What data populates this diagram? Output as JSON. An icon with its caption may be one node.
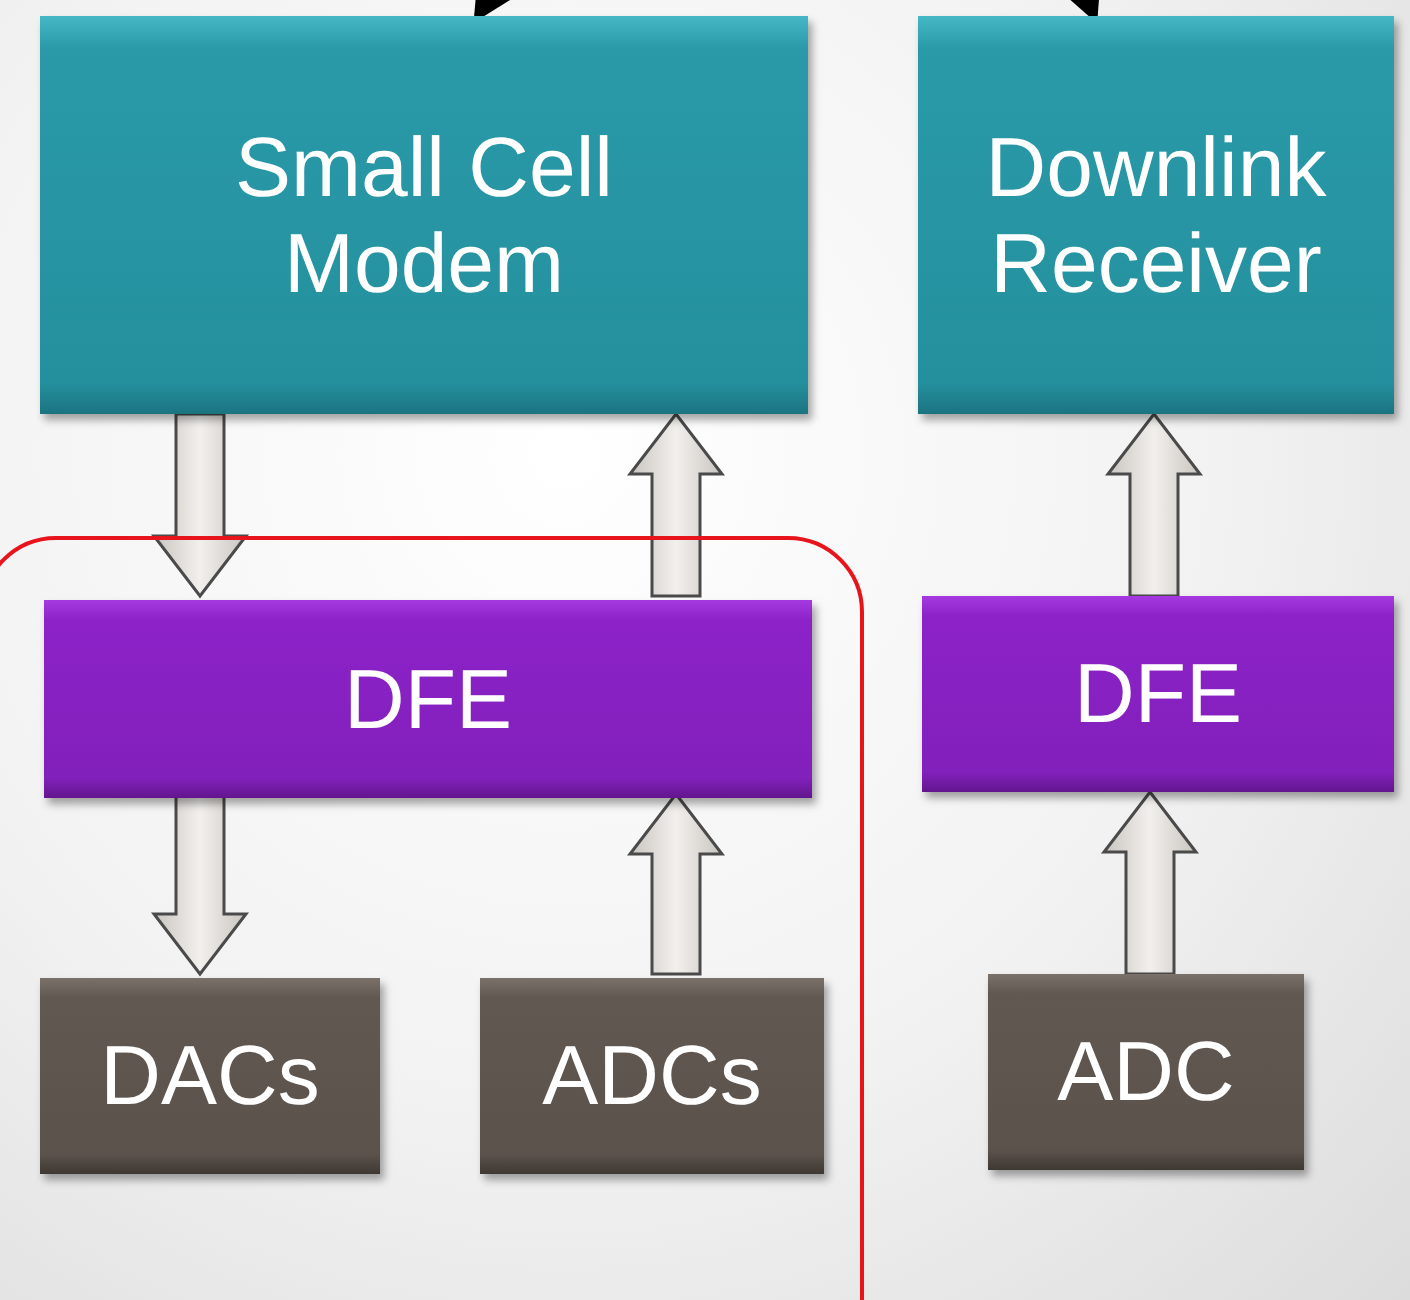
{
  "diagram": {
    "nodes": [
      {
        "text": [
          "Small Cell Modem"
        ]
      },
      {
        "text": [
          "Downlink Receiver"
        ]
      },
      {
        "text": [],
        "shape": "box"
      },
      {
        "text": [
          "DFE"
        ],
        "in": 2
      },
      {
        "text": [
          "DFE"
        ]
      },
      {
        "text": [
          "DACs"
        ],
        "in": 2
      },
      {
        "text": [
          "ADCs"
        ],
        "in": 2
      },
      {
        "text": [
          "ADC"
        ]
      }
    ],
    "edges": [
      {
        "from": 0,
        "to": 3,
        "arrow": "to",
        "style": "thick"
      },
      {
        "from": 3,
        "to": 0,
        "arrow": "to",
        "style": "thick"
      },
      {
        "from": 3,
        "to": 5,
        "arrow": "to",
        "style": "thick"
      },
      {
        "from": 6,
        "to": 3,
        "arrow": "to",
        "style": "thick"
      },
      {
        "from": 4,
        "to": 1,
        "arrow": "to",
        "style": "thick"
      },
      {
        "from": 7,
        "to": 4,
        "arrow": "to",
        "style": "thick"
      },
      {
        "from": 0,
        "to": 1,
        "arrow": "both",
        "color": "#000000"
      }
    ]
  }
}
